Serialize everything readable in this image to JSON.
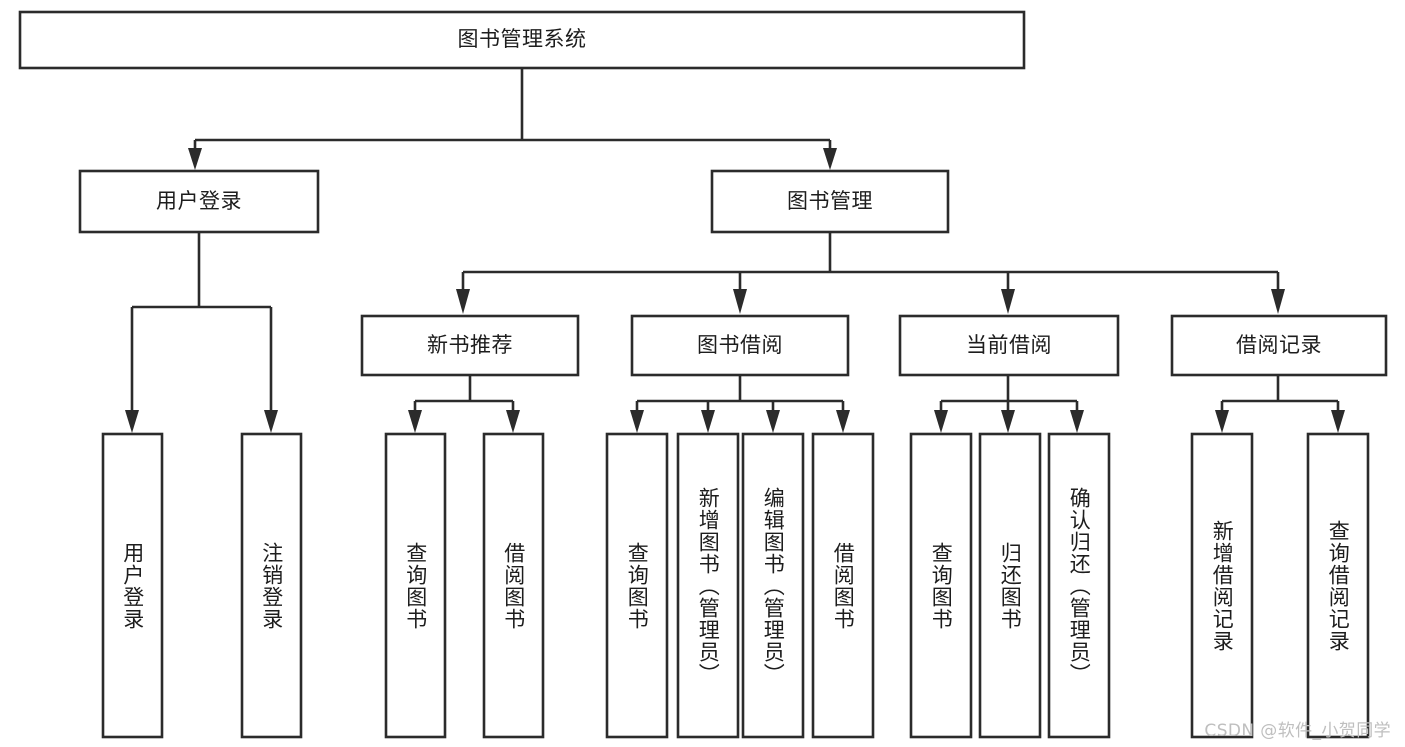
{
  "diagram": {
    "kind": "hierarchy-tree",
    "title": "图书管理系统",
    "orientation": "top-down",
    "colors": {
      "box_fill": "#ffffff",
      "box_stroke": "#2b2b2b",
      "text": "#1d1d1d",
      "background": "#ffffff",
      "watermark": "#bfbfbf"
    },
    "levels": {
      "root": {
        "label": "图书管理系统"
      },
      "level2": [
        {
          "label": "用户登录"
        },
        {
          "label": "图书管理"
        }
      ],
      "level3": [
        {
          "label": "新书推荐"
        },
        {
          "label": "图书借阅"
        },
        {
          "label": "当前借阅"
        },
        {
          "label": "借阅记录"
        }
      ],
      "leaves": {
        "user_login": [
          {
            "label": "用户登录"
          },
          {
            "label": "注销登录"
          }
        ],
        "new_book_recommend": [
          {
            "label": "查询图书"
          },
          {
            "label": "借阅图书"
          }
        ],
        "book_borrow": [
          {
            "label": "查询图书"
          },
          {
            "label": "新增图书（管理员）"
          },
          {
            "label": "编辑图书（管理员）"
          },
          {
            "label": "借阅图书"
          }
        ],
        "current_borrow": [
          {
            "label": "查询图书"
          },
          {
            "label": "归还图书"
          },
          {
            "label": "确认归还（管理员）"
          }
        ],
        "borrow_record": [
          {
            "label": "新增借阅记录"
          },
          {
            "label": "查询借阅记录"
          }
        ]
      }
    }
  },
  "watermark": {
    "text": "CSDN @软件_小贺同学"
  }
}
